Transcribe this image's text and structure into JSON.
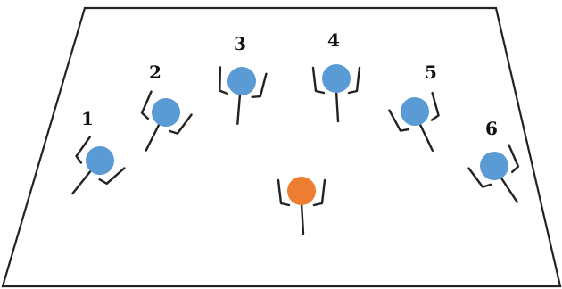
{
  "colors": {
    "background": "#ffffff",
    "line": "#222222",
    "seated_person": "#5b9bd5",
    "center_person": "#ed7d31"
  },
  "seats": [
    {
      "label": "1",
      "color": "seated_person"
    },
    {
      "label": "2",
      "color": "seated_person"
    },
    {
      "label": "3",
      "color": "seated_person"
    },
    {
      "label": "4",
      "color": "seated_person"
    },
    {
      "label": "5",
      "color": "seated_person"
    },
    {
      "label": "6",
      "color": "seated_person"
    }
  ],
  "center": {
    "color": "center_person"
  }
}
